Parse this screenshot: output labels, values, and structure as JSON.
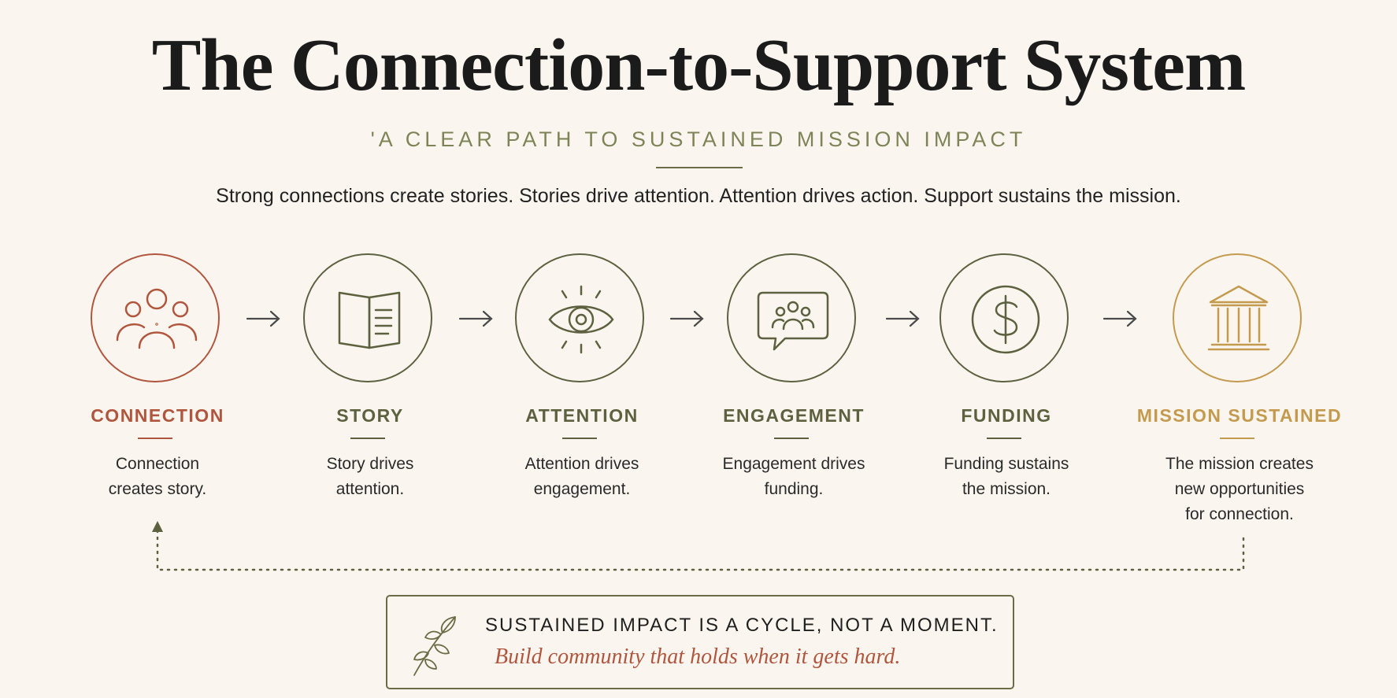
{
  "header": {
    "title": "The Connection-to-Support System",
    "subtitle": "'A CLEAR PATH TO SUSTAINED MISSION IMPACT",
    "tagline": "Strong connections create stories. Stories drive attention. Attention drives action. Support sustains the mission."
  },
  "steps": [
    {
      "label": "CONNECTION",
      "desc_line1": "Connection",
      "desc_line2": "creates story.",
      "desc_line3": "",
      "icon": "people-group-icon",
      "color": "#b1563e"
    },
    {
      "label": "STORY",
      "desc_line1": "Story drives",
      "desc_line2": "attention.",
      "desc_line3": "",
      "icon": "open-book-icon",
      "color": "#5d6140"
    },
    {
      "label": "ATTENTION",
      "desc_line1": "Attention drives",
      "desc_line2": "engagement.",
      "desc_line3": "",
      "icon": "eye-icon",
      "color": "#5d6140"
    },
    {
      "label": "ENGAGEMENT",
      "desc_line1": "Engagement drives",
      "desc_line2": "funding.",
      "desc_line3": "",
      "icon": "chat-community-icon",
      "color": "#5d6140"
    },
    {
      "label": "FUNDING",
      "desc_line1": "Funding sustains",
      "desc_line2": "the mission.",
      "desc_line3": "",
      "icon": "dollar-coin-icon",
      "color": "#5d6140"
    },
    {
      "label": "MISSION SUSTAINED",
      "desc_line1": "The mission creates",
      "desc_line2": "new opportunities",
      "desc_line3": "for connection.",
      "icon": "institution-building-icon",
      "color": "#c49a4e"
    }
  ],
  "callout": {
    "heading": "SUSTAINED IMPACT IS A CYCLE, NOT A MOMENT.",
    "subtext": "Build community that holds when it gets hard.",
    "icon": "leaf-sprig-icon"
  },
  "colors": {
    "connection": "#b1563e",
    "olive": "#5d6140",
    "gold": "#c49a4e",
    "background": "#faf6ef"
  }
}
